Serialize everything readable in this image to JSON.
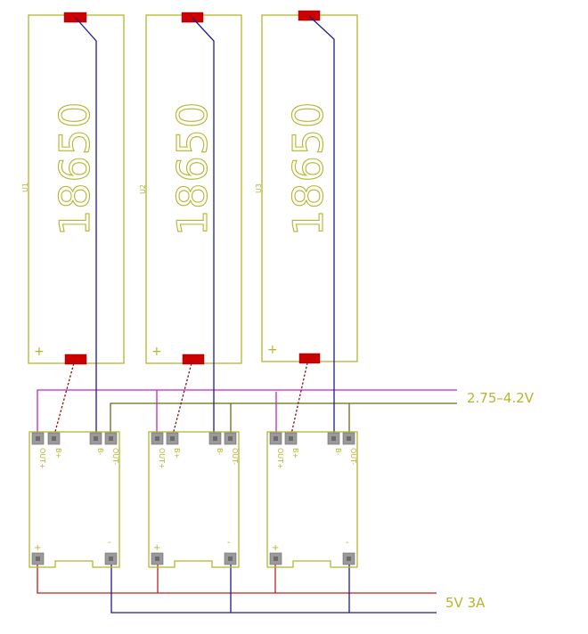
{
  "cells": [
    {
      "ref": "U1",
      "label": "18650",
      "plus": "+"
    },
    {
      "ref": "U2",
      "label": "18650",
      "plus": "+"
    },
    {
      "ref": "U3",
      "label": "18650",
      "plus": "+"
    }
  ],
  "modules": [
    {
      "pins": [
        "OUT+",
        "B+",
        "B-",
        "OUT-"
      ],
      "plus": "+",
      "minus": "-"
    },
    {
      "pins": [
        "OUT+",
        "B+",
        "B-",
        "OUT-"
      ],
      "plus": "+",
      "minus": "-"
    },
    {
      "pins": [
        "OUT+",
        "B+",
        "B-",
        "OUT-"
      ],
      "plus": "+",
      "minus": "-"
    }
  ],
  "nets": {
    "battery_bus": "2.75–4.2V",
    "output_bus": "5V 3A"
  },
  "colors": {
    "silkscreen": "#b5b52e",
    "pad_red": "#cc0000",
    "pad_grey": "#9a9a9a",
    "trace_blue": "#1c1c8f",
    "trace_red": "#c41e1e",
    "trace_magenta": "#c026c9",
    "trace_olive": "#6b6b1a"
  }
}
